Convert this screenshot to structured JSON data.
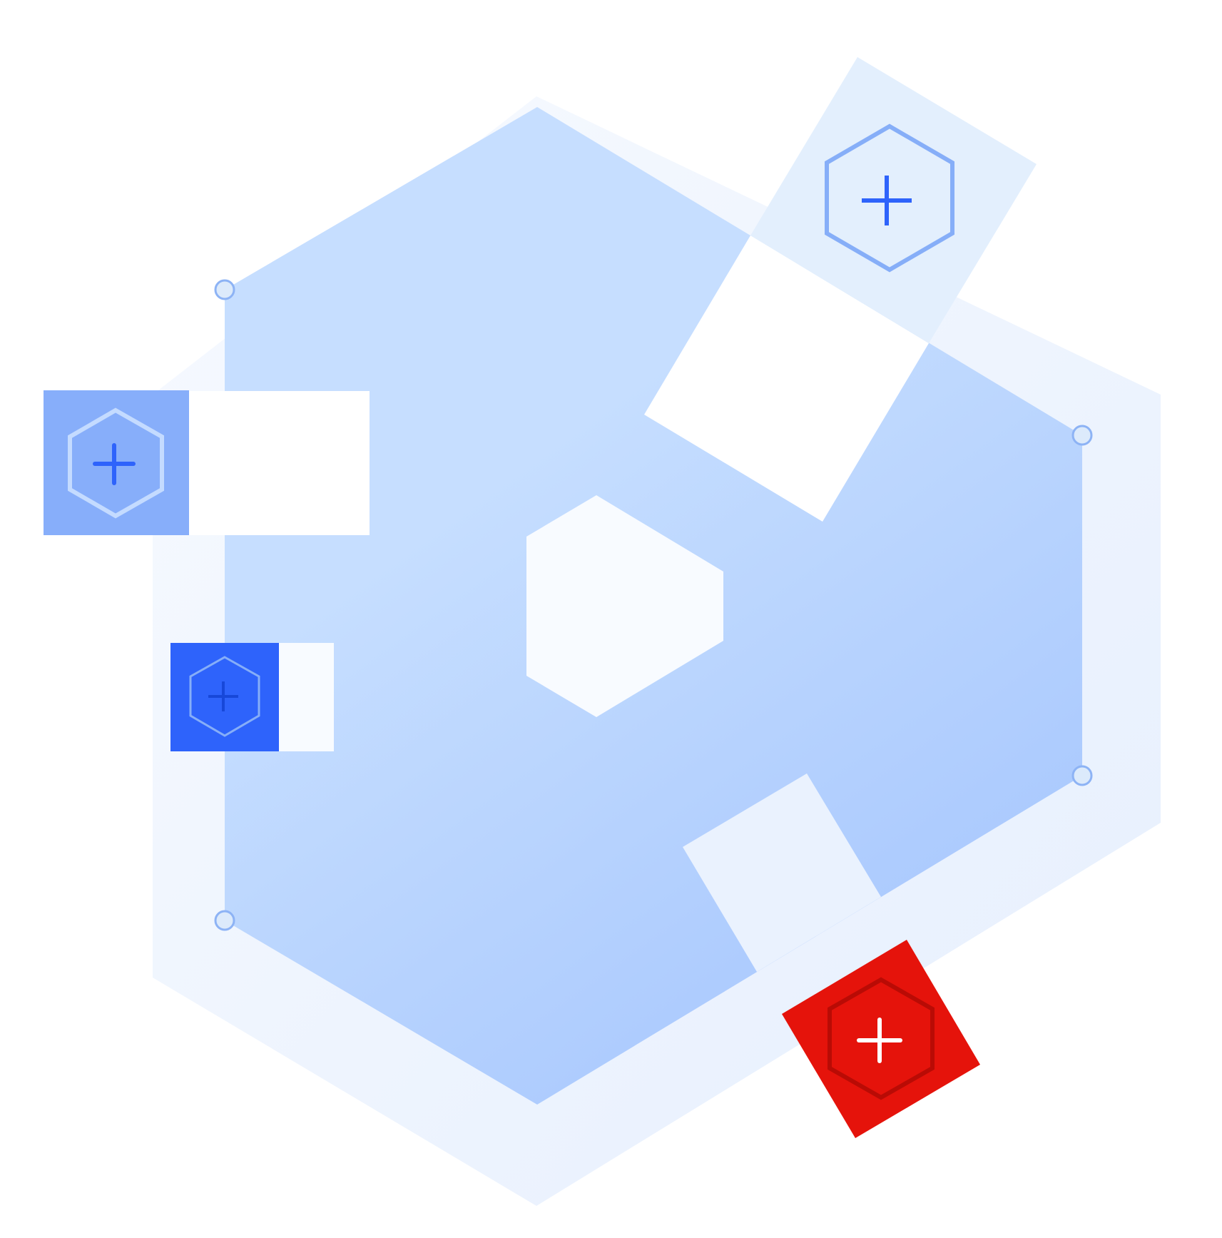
{
  "illustration": {
    "colors": {
      "background": "#FFFFFF",
      "outer_hex_light": "#F7FAFF",
      "outer_hex_dark": "#E6EFFD",
      "main_hex_light": "#C6DEFF",
      "main_hex_dark": "#A6C6FD",
      "center_hex": "#F8FBFF",
      "cutout_white": "#FFFFFF",
      "cutout_pale": "#F8FBFF",
      "cutout_bottom": "#EAF2FE",
      "top_tile": "#E3EFFD",
      "tile_mid_blue": "#87AEFA",
      "tile_primary_blue": "#2E63FB",
      "tile_red": "#E5130B",
      "node_fill": "#DCEAFB",
      "node_stroke": "#8DB3F5",
      "icon_blue": "#2E63FB",
      "icon_dark_blue": "#1748D9",
      "icon_pale_outline": "#C4DBFF",
      "icon_light_outline": "#86AEF8",
      "icon_red_outline": "#B90B05",
      "icon_white": "#FFFFFF"
    },
    "tiles": [
      {
        "name": "top-right-tile",
        "icon": "hexagon-plus-icon"
      },
      {
        "name": "left-tile",
        "icon": "hexagon-plus-icon"
      },
      {
        "name": "middle-left-tile",
        "icon": "hexagon-plus-icon"
      },
      {
        "name": "bottom-right-red-tile",
        "icon": "hexagon-plus-icon"
      }
    ],
    "connection_nodes": 4
  }
}
